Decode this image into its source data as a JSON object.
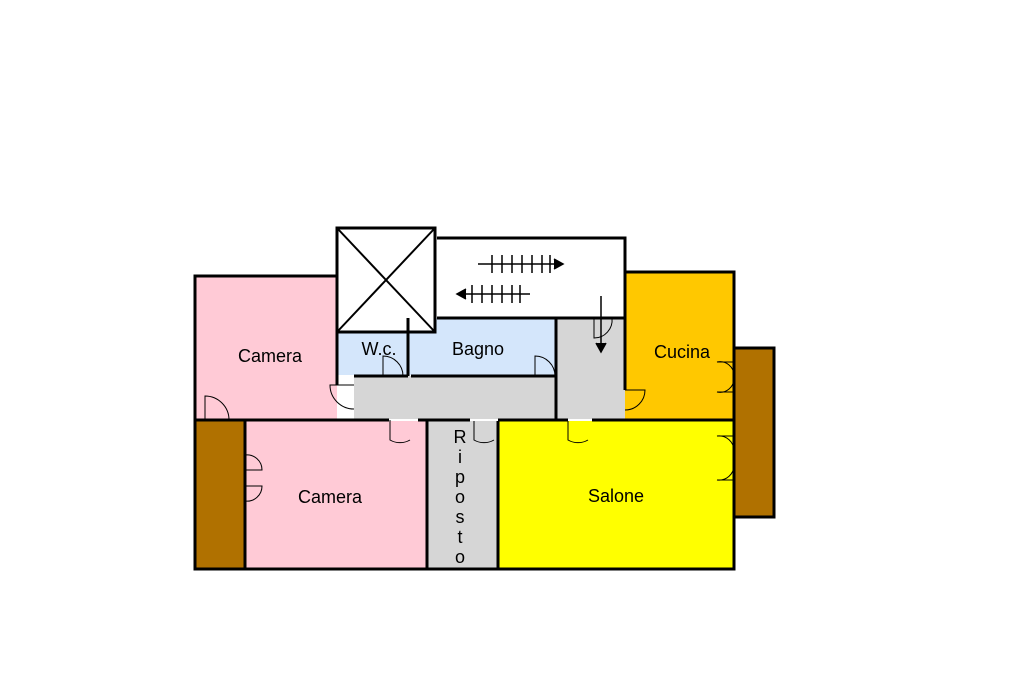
{
  "floorplan": {
    "rooms": {
      "camera_top": {
        "label": "Camera",
        "color": "#ffcad6"
      },
      "camera_bottom": {
        "label": "Camera",
        "color": "#ffcad6"
      },
      "wc": {
        "label": "W.c.",
        "color": "#d4e6fb"
      },
      "bagno": {
        "label": "Bagno",
        "color": "#d4e6fb"
      },
      "cucina": {
        "label": "Cucina",
        "color": "#ffc800"
      },
      "salone": {
        "label": "Salone",
        "color": "#ffff00"
      },
      "ripostiglio": {
        "label": "Riposto",
        "color": "#d6d6d6"
      },
      "corridor": {
        "color": "#d6d6d6"
      },
      "stairwell": {
        "color": "#ffffff"
      },
      "elevator": {
        "color": "#ffffff"
      }
    },
    "balcony_color": "#b07100",
    "wall_color": "#000000"
  }
}
